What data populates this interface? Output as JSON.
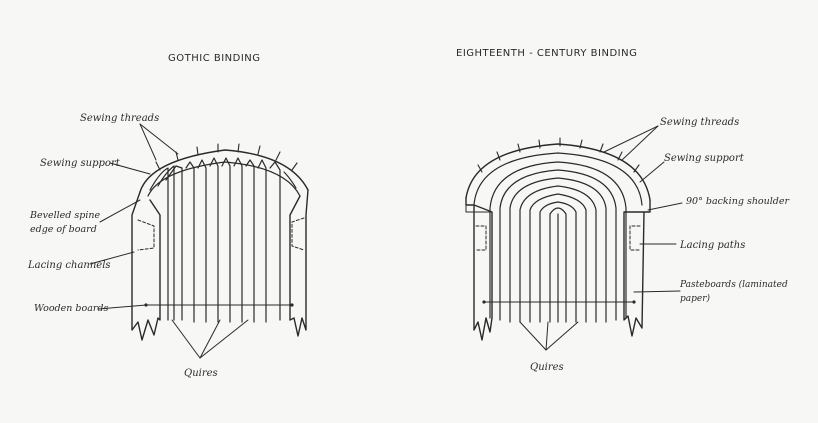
{
  "diagrams": [
    {
      "title": "GOTHIC BINDING",
      "labels": {
        "sewing_threads": "Sewing threads",
        "sewing_support": "Sewing support",
        "bevelled_line1": "Bevelled spine",
        "bevelled_line2": "edge of board",
        "lacing_channels": "Lacing channels",
        "wooden_boards": "Wooden boards",
        "quires": "Quires"
      }
    },
    {
      "title": "EIGHTEENTH - CENTURY BINDING",
      "labels": {
        "sewing_threads": "Sewing threads",
        "sewing_support": "Sewing support",
        "backing_shoulder": "90° backing shoulder",
        "lacing_paths": "Lacing paths",
        "pasteboards_line1": "Pasteboards (laminated",
        "pasteboards_line2": "paper)",
        "quires": "Quires"
      }
    }
  ]
}
